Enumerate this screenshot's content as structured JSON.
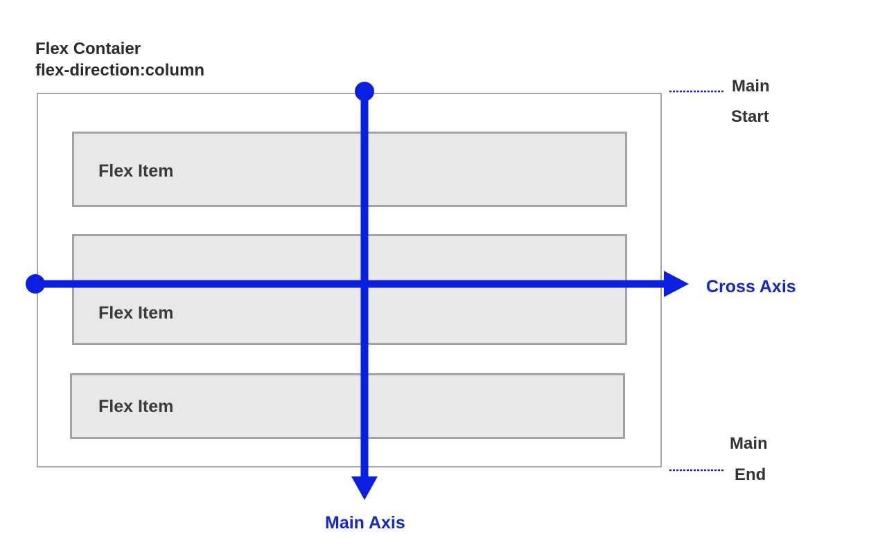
{
  "diagram": {
    "title_lines": [
      "Flex Contaier",
      "flex-direction:column"
    ],
    "items": [
      {
        "label": "Flex Item"
      },
      {
        "label": "Flex Item"
      },
      {
        "label": "Flex Item"
      }
    ],
    "main_start": [
      "Main",
      "Start"
    ],
    "main_end": [
      "Main",
      "End"
    ],
    "cross_axis_label": "Cross Axis",
    "main_axis_label": "Main Axis"
  },
  "colors": {
    "axis": "#0a1fe0",
    "axis_text": "#1426d0",
    "container_border": "#a6a6a6",
    "item_fill": "#e8e8e8",
    "item_border": "#a2a2a2",
    "text": "#2b2b2b"
  }
}
